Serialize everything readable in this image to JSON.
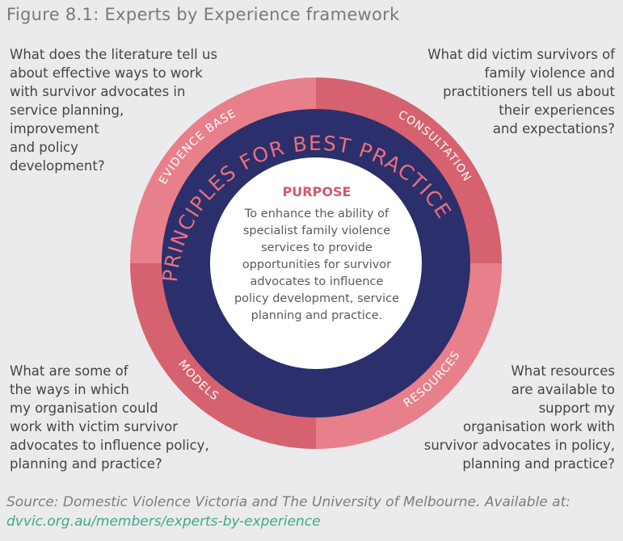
{
  "title": "Figure 8.1: Experts by Experience framework",
  "questions": {
    "top_left": "What does the literature tell us\nabout effective ways to work\nwith survivor advocates in\nservice planning,\nimprovement\nand policy\ndevelopment?",
    "top_right": "What did victim survivors of\nfamily violence and\npractitioners tell us about\ntheir experiences\nand expectations?",
    "bottom_left": "What are some of\nthe ways in which\nmy organisation could\nwork with victim survivor\nadvocates to influence policy,\nplanning and practice?",
    "bottom_right": "What resources\nare available to\nsupport my\norganisation work with\nsurvivor advocates in policy,\nplanning and practice?"
  },
  "ring_labels": {
    "evidence_base": "EVIDENCE BASE",
    "consultation": "CONSULTATION",
    "models": "MODELS",
    "resources": "RESOURCES"
  },
  "principles": "PRINCIPLES FOR BEST PRACTICE",
  "purpose": {
    "title": "PURPOSE",
    "text": "To enhance the ability of\nspecialist family violence\nservices to provide\nopportunities for survivor\nadvocates to influence\npolicy development, service\nplanning and practice."
  },
  "source": {
    "prefix": "Source: Domestic Violence Victoria and The University of Melbourne. Available at: ",
    "link": "dvvic.org.au/members/experts-by-experience"
  },
  "colors": {
    "ring_light": "#e8808b",
    "ring_dark": "#d6626f",
    "navy": "#2b2f6b",
    "accent": "#e8707f",
    "link": "#3fa88c"
  }
}
